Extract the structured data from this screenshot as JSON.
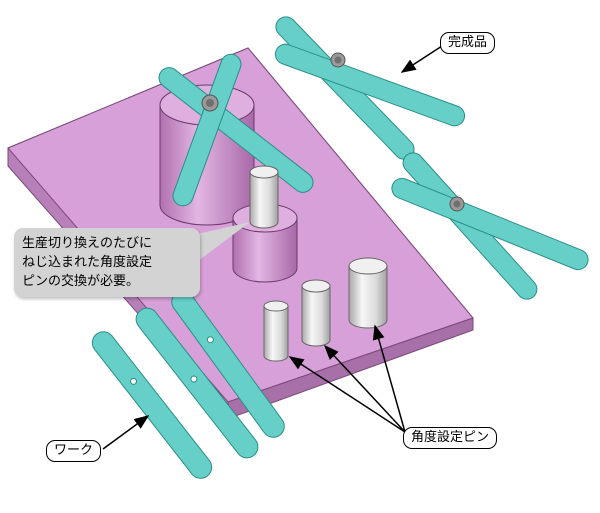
{
  "labels": {
    "finished_product": "完成品",
    "workpiece": "ワーク",
    "angle_pins": "角度設定ピン"
  },
  "callout": {
    "lines": [
      "生産切り換えのたびに",
      "ねじ込まれた角度設定",
      "ピンの交換が必要。"
    ]
  },
  "colors": {
    "plate_top": "#d8a0d8",
    "plate_side": "#b880b8",
    "bar_fill": "#66d0c8",
    "bar_stroke": "#2a8e88",
    "pin_light": "#f4f4f4",
    "pin_shade": "#b8b8b8"
  }
}
